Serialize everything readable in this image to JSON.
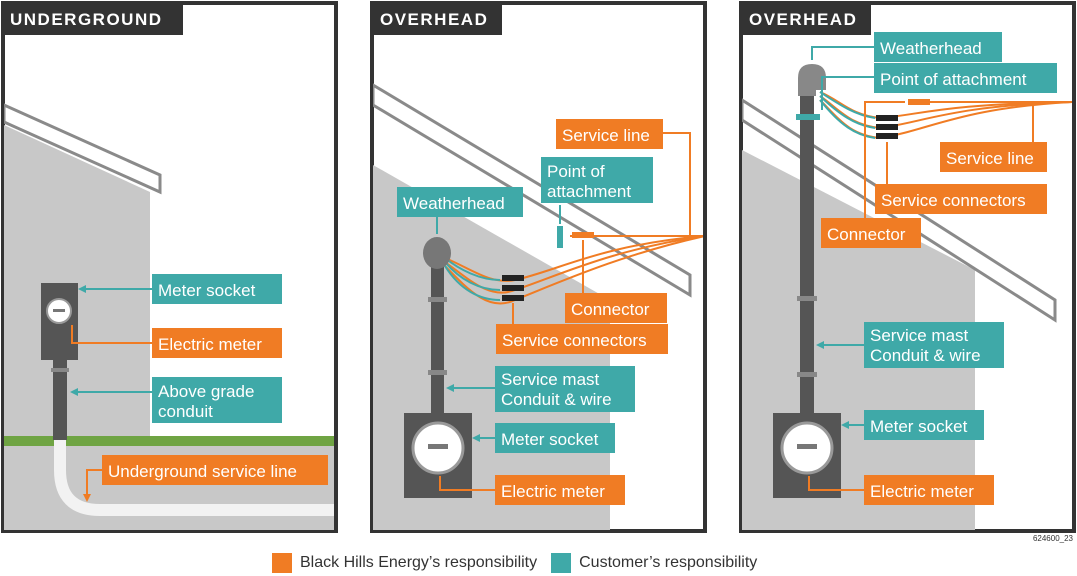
{
  "colors": {
    "orange": "#f07c24",
    "teal": "#3fa9a8",
    "frame": "#333333",
    "wall": "#c8c8c8",
    "mast": "#555555",
    "grass": "#6fa443"
  },
  "panels": [
    {
      "title": "UNDERGROUND",
      "labels": {
        "meter_socket": "Meter socket",
        "electric_meter": "Electric meter",
        "above_grade_line1": "Above grade",
        "above_grade_line2": "conduit",
        "underground_service_line": "Underground service line"
      }
    },
    {
      "title": "OVERHEAD",
      "labels": {
        "service_line": "Service line",
        "point_of_attachment_line1": "Point of",
        "point_of_attachment_line2": "attachment",
        "weatherhead": "Weatherhead",
        "connector": "Connector",
        "service_connectors": "Service connectors",
        "service_mast_line1": "Service mast",
        "service_mast_line2": "Conduit & wire",
        "meter_socket": "Meter socket",
        "electric_meter": "Electric meter"
      }
    },
    {
      "title": "OVERHEAD",
      "labels": {
        "weatherhead": "Weatherhead",
        "point_of_attachment": "Point of attachment",
        "service_line": "Service line",
        "service_connectors": "Service connectors",
        "connector": "Connector",
        "service_mast_line1": "Service mast",
        "service_mast_line2": "Conduit & wire",
        "meter_socket": "Meter socket",
        "electric_meter": "Electric meter"
      }
    }
  ],
  "legend": {
    "company": "Black Hills Energy’s responsibility",
    "customer": "Customer’s responsibility"
  },
  "figure_code": "624600_23"
}
